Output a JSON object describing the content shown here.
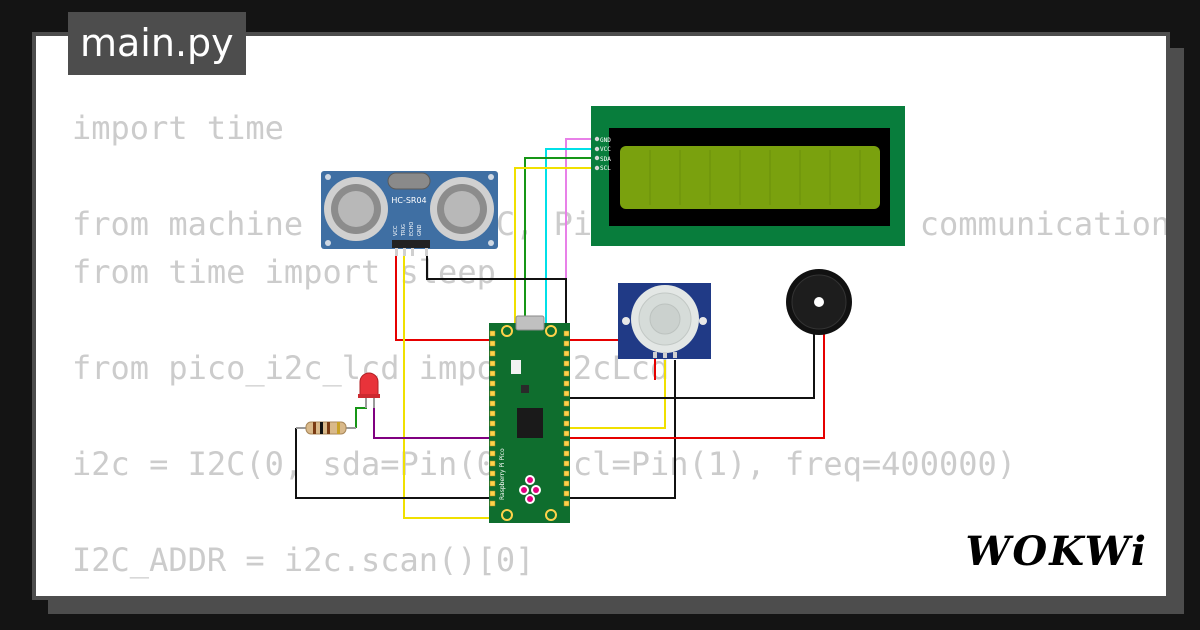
{
  "tab": {
    "title": "main.py"
  },
  "code": {
    "lines": [
      "import time",
      "",
      "from machine import I2C, Pin      # for I2C communication",
      "from time import sleep",
      "",
      "from pico_i2c_lcd import I2cLcd",
      "",
      "i2c = I2C(0, sda=Pin(0), scl=Pin(1), freq=400000)",
      "",
      "I2C_ADDR = i2c.scan()[0]"
    ]
  },
  "components": {
    "ultrasonic": {
      "label": "HC-SR04",
      "pins": [
        "VCC",
        "TRIG",
        "ECHO",
        "GND"
      ]
    },
    "lcd": {
      "pins": [
        "GND",
        "VCC",
        "SDA",
        "SCL"
      ]
    },
    "pico": {
      "label": "Raspberry Pi Pico"
    }
  },
  "logo": "WOKWi",
  "colors": {
    "background": "#141414",
    "card": "#ffffff",
    "frame": "#4d4d4d",
    "code_text": "#cccccc",
    "lcd_board": "#087d3c",
    "lcd_screen": "#7aa10e",
    "sensor_board": "#3f6fa3",
    "pir_board": "#203a86",
    "pico_board": "#0f6e2e",
    "wire_red": "#e60000",
    "wire_black": "#111111",
    "wire_yellow": "#f0e000",
    "wire_cyan": "#00e0e8",
    "wire_green": "#169616",
    "wire_violet": "#e880e8",
    "wire_purple": "#800080"
  }
}
